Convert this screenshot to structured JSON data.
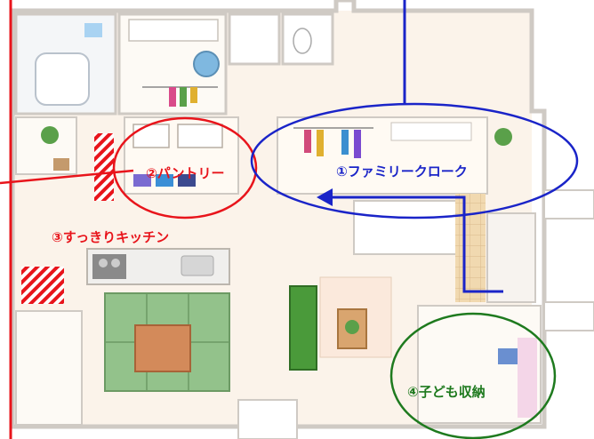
{
  "labels": {
    "family_cloak": "①ファミリークローク",
    "pantry": "②パントリー",
    "kitchen": "③すっきりキッチン",
    "kids_storage": "④子ども収納"
  },
  "colors": {
    "floor": "#fbf3ea",
    "wall": "#d9d6d2",
    "red": "#e8141b",
    "blue": "#1a24c8",
    "green": "#1e7a1e",
    "tatami": "#93c28b",
    "sofa": "#4a9a3a",
    "table": "#d38a5a",
    "tile": "#f1d9b0"
  }
}
